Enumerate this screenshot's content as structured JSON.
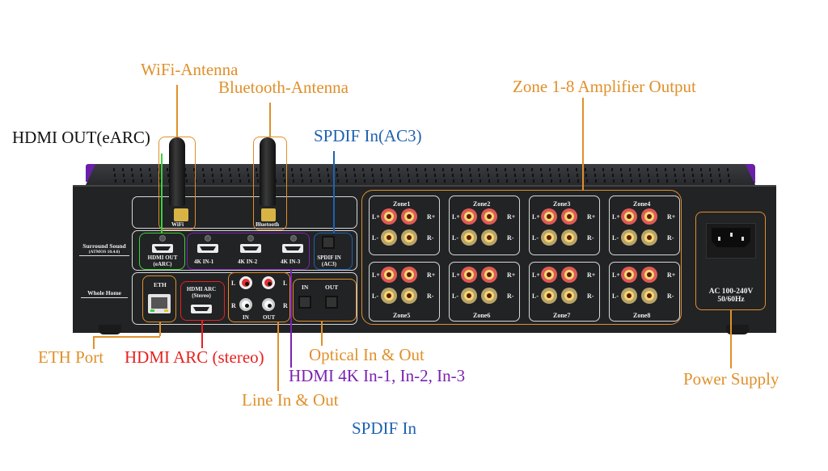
{
  "callouts": {
    "wifi_antenna": "WiFi-Antenna",
    "bluetooth_antenna": "Bluetooth-Antenna",
    "hdmi_out_earc": "HDMI OUT(eARC)",
    "spdif_in_ac3": "SPDIF In(AC3)",
    "zone_amp_output": "Zone 1-8 Amplifier Output",
    "eth_port": "ETH Port",
    "hdmi_arc_stereo": "HDMI ARC (stereo)",
    "optical_in_out": "Optical In & Out",
    "hdmi_4k_in": "HDMI 4K In-1, In-2, In-3",
    "line_in_out": "Line In & Out",
    "spdif_in": "SPDIF In",
    "power_supply": "Power Supply"
  },
  "panel": {
    "antenna_labels": {
      "wifi": "WiFi",
      "bluetooth": "Bluetooth"
    },
    "surround": {
      "title": "Surround Sound",
      "subtitle": "(ATMOS 10.4.6)",
      "hdmi_out": [
        "HDMI OUT",
        "(eARC)"
      ],
      "inputs": [
        "4K IN-1",
        "4K IN-2",
        "4K IN-3"
      ],
      "spdif": [
        "SPDIF IN",
        "(AC3)"
      ]
    },
    "whole_home": {
      "title": "Whole Home",
      "eth": "ETH",
      "hdmi_arc": [
        "HDMI ARC",
        "(Stereo)"
      ],
      "rca": {
        "L": "L",
        "R": "R",
        "in": "IN",
        "out": "OUT"
      },
      "optical": {
        "in": "IN",
        "out": "OUT"
      }
    },
    "zones": [
      {
        "name": "Zone1"
      },
      {
        "name": "Zone2"
      },
      {
        "name": "Zone3"
      },
      {
        "name": "Zone4"
      },
      {
        "name": "Zone5"
      },
      {
        "name": "Zone6"
      },
      {
        "name": "Zone7"
      },
      {
        "name": "Zone8"
      }
    ],
    "zone_terminals": {
      "lp": "L+",
      "rp": "R+",
      "lm": "L-",
      "rm": "R-"
    },
    "power": {
      "rating": "AC 100-240V",
      "freq": "50/60Hz"
    }
  },
  "colors": {
    "orange": "#e0902a",
    "blue": "#1f62b0",
    "red": "#e8201f",
    "purple": "#7a22b0",
    "green": "#3ad13a",
    "chassis": "#222325"
  }
}
